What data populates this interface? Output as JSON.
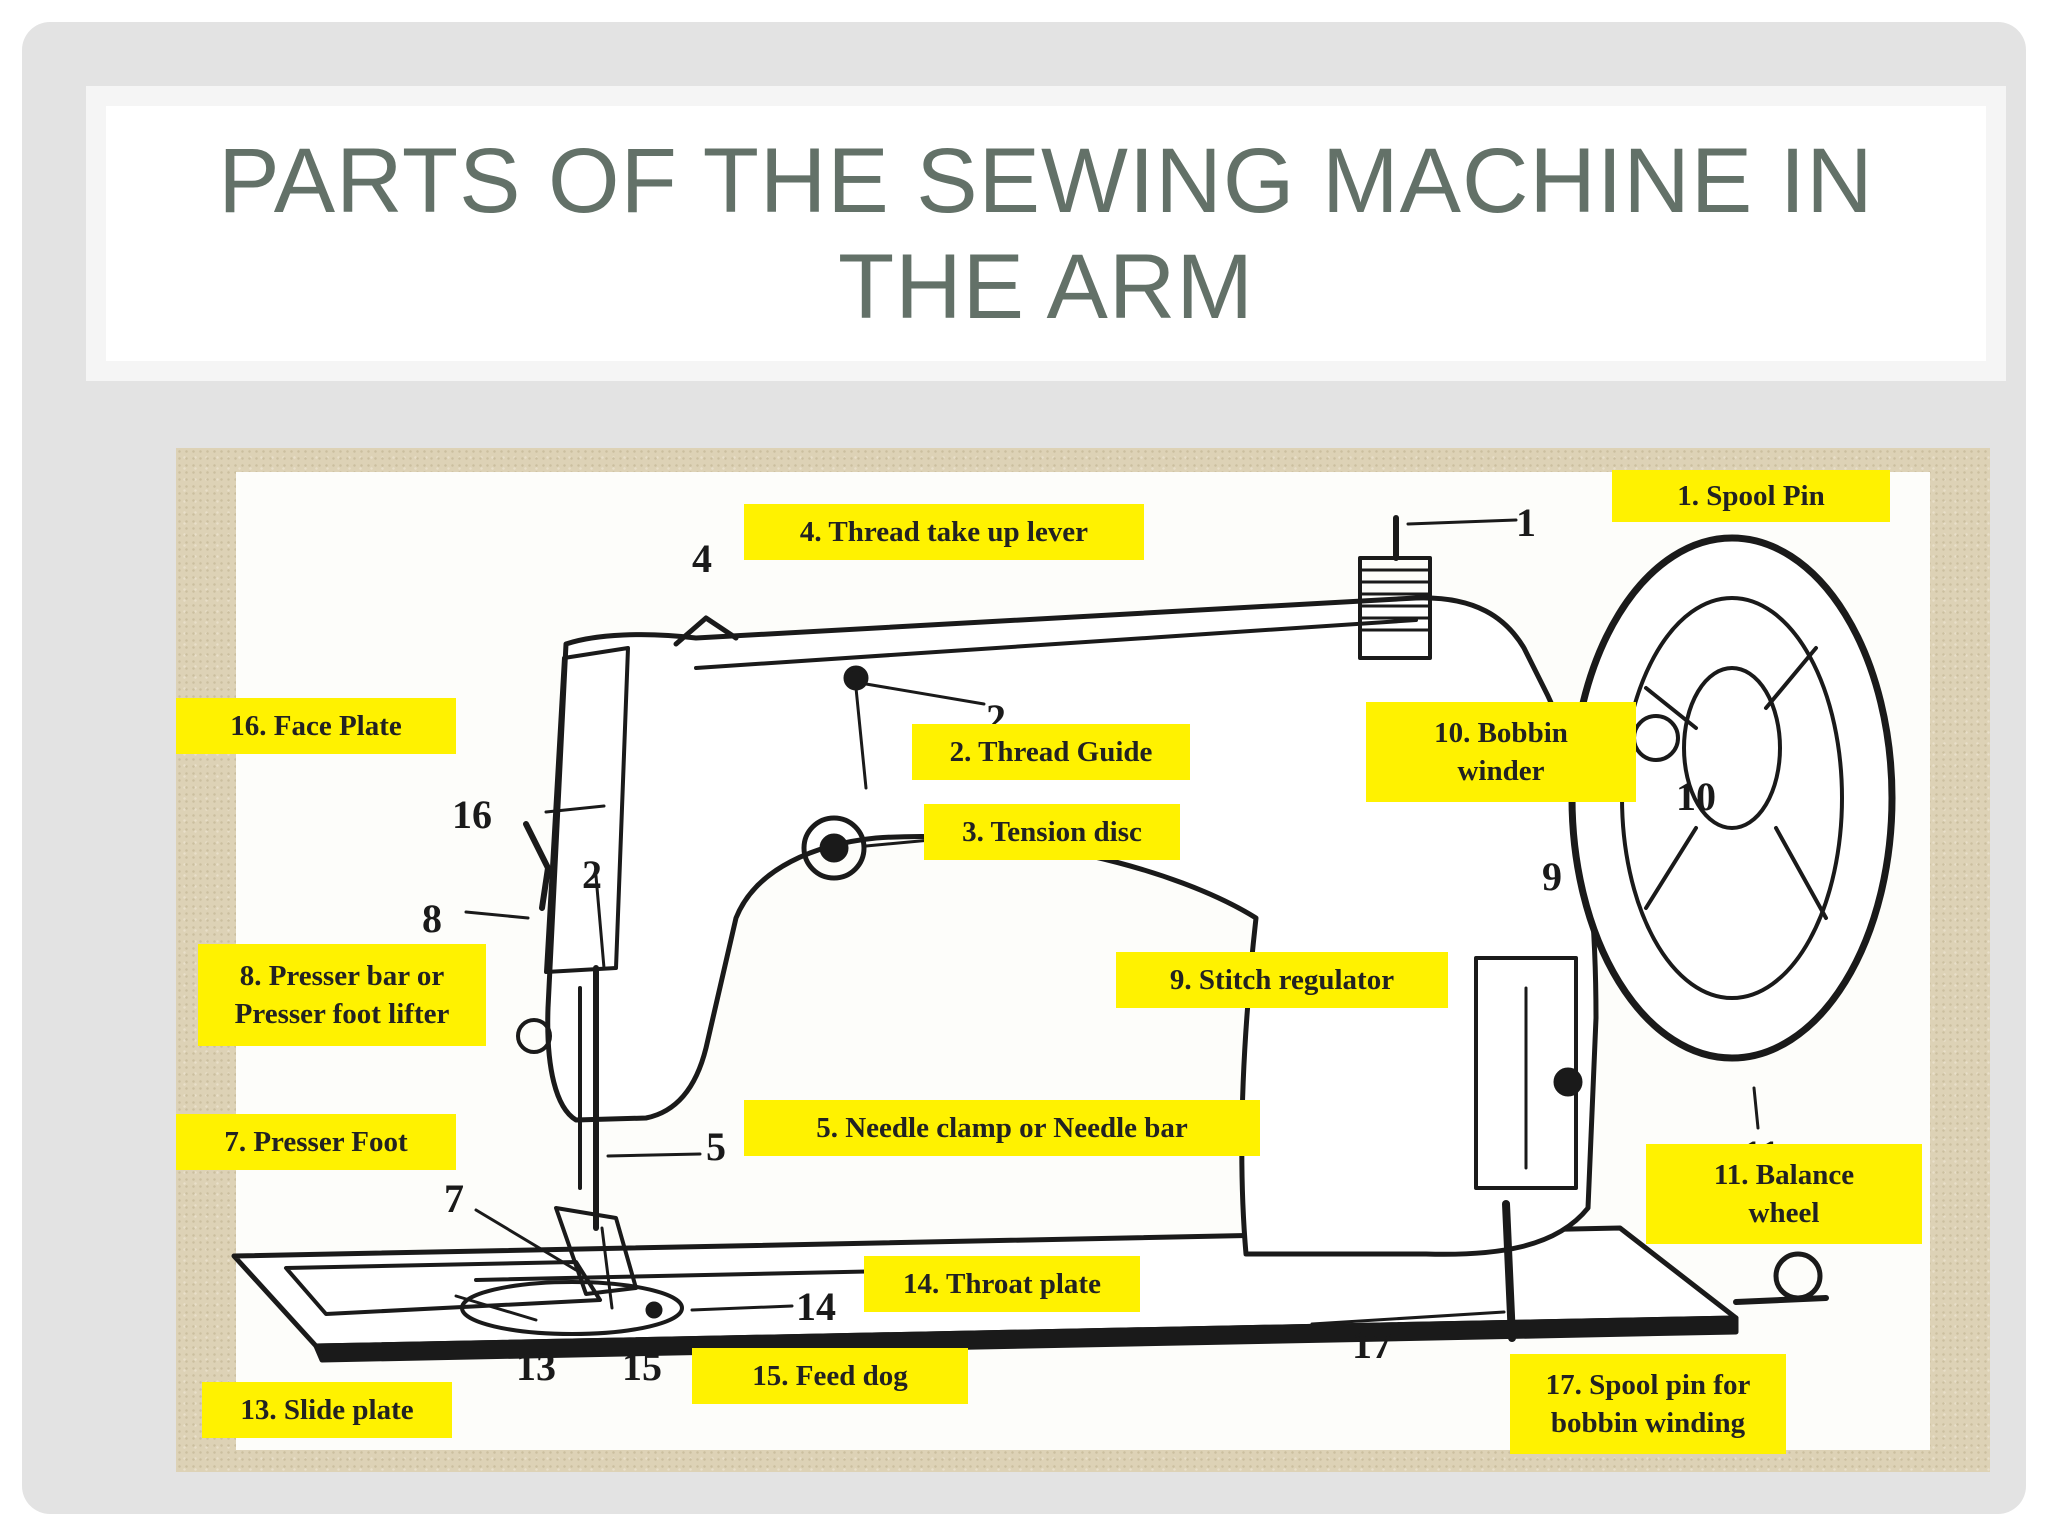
{
  "title": "PARTS OF THE SEWING MACHINE IN THE ARM",
  "callouts": [
    "1. Spool Pin",
    "4. Thread take up lever",
    "16. Face Plate",
    "2. Thread Guide",
    "10. Bobbin\nwinder",
    "3. Tension disc",
    "9. Stitch regulator",
    "8. Presser bar or\nPresser foot lifter",
    "5. Needle clamp or Needle bar",
    "7. Presser Foot",
    "11. Balance\nwheel",
    "14. Throat plate",
    "15. Feed dog",
    "13. Slide plate",
    "17. Spool pin for\nbobbin winding"
  ],
  "numbers": [
    "1",
    "4",
    "2",
    "3",
    "16",
    "2",
    "8",
    "9",
    "10",
    "5",
    "7",
    "11",
    "14",
    "13",
    "15",
    "17"
  ],
  "colors": {
    "label_fill": "#fff200",
    "title_text": "#637168",
    "frame": "#ddd2b6"
  }
}
